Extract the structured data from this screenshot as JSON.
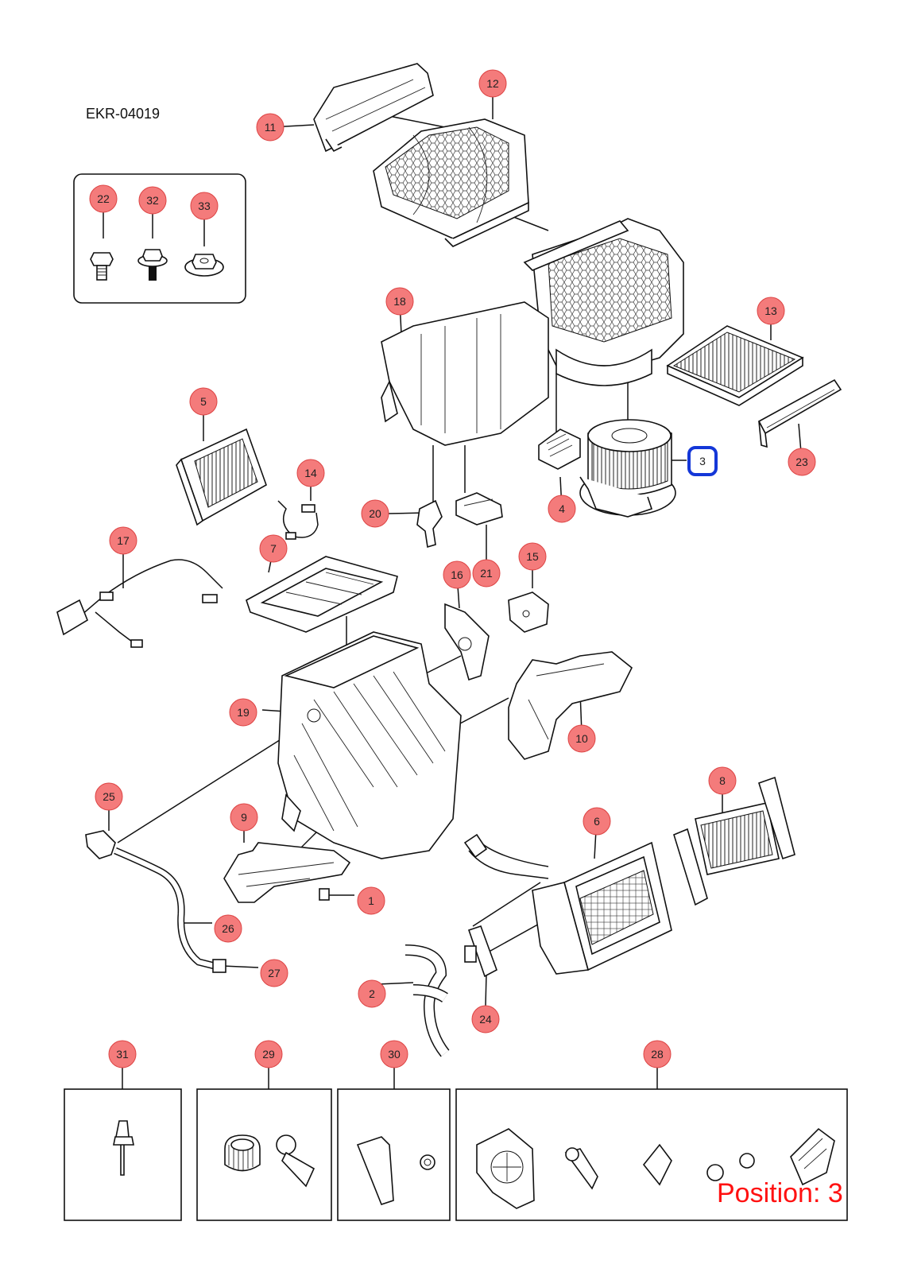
{
  "diagram": {
    "code": "EKR-04019",
    "callouts": [
      {
        "id": "12",
        "label": "12"
      },
      {
        "id": "11",
        "label": "11"
      },
      {
        "id": "22",
        "label": "22"
      },
      {
        "id": "32",
        "label": "32"
      },
      {
        "id": "33",
        "label": "33"
      },
      {
        "id": "18",
        "label": "18"
      },
      {
        "id": "13",
        "label": "13"
      },
      {
        "id": "5",
        "label": "5"
      },
      {
        "id": "14",
        "label": "14"
      },
      {
        "id": "3",
        "label": "3",
        "selected": true
      },
      {
        "id": "23",
        "label": "23"
      },
      {
        "id": "20",
        "label": "20"
      },
      {
        "id": "4",
        "label": "4"
      },
      {
        "id": "17",
        "label": "17"
      },
      {
        "id": "7",
        "label": "7"
      },
      {
        "id": "15",
        "label": "15"
      },
      {
        "id": "16",
        "label": "16"
      },
      {
        "id": "21",
        "label": "21"
      },
      {
        "id": "19",
        "label": "19"
      },
      {
        "id": "10",
        "label": "10"
      },
      {
        "id": "25",
        "label": "25"
      },
      {
        "id": "8",
        "label": "8"
      },
      {
        "id": "9",
        "label": "9"
      },
      {
        "id": "6",
        "label": "6"
      },
      {
        "id": "1",
        "label": "1"
      },
      {
        "id": "26",
        "label": "26"
      },
      {
        "id": "27",
        "label": "27"
      },
      {
        "id": "2",
        "label": "2"
      },
      {
        "id": "24",
        "label": "24"
      },
      {
        "id": "31",
        "label": "31"
      },
      {
        "id": "29",
        "label": "29"
      },
      {
        "id": "30",
        "label": "30"
      },
      {
        "id": "28",
        "label": "28"
      }
    ],
    "position": "Position: 3",
    "colors": {
      "callout": "#f47b7b",
      "selected_ring": "#1437d8",
      "position_text": "#ff1111"
    }
  }
}
